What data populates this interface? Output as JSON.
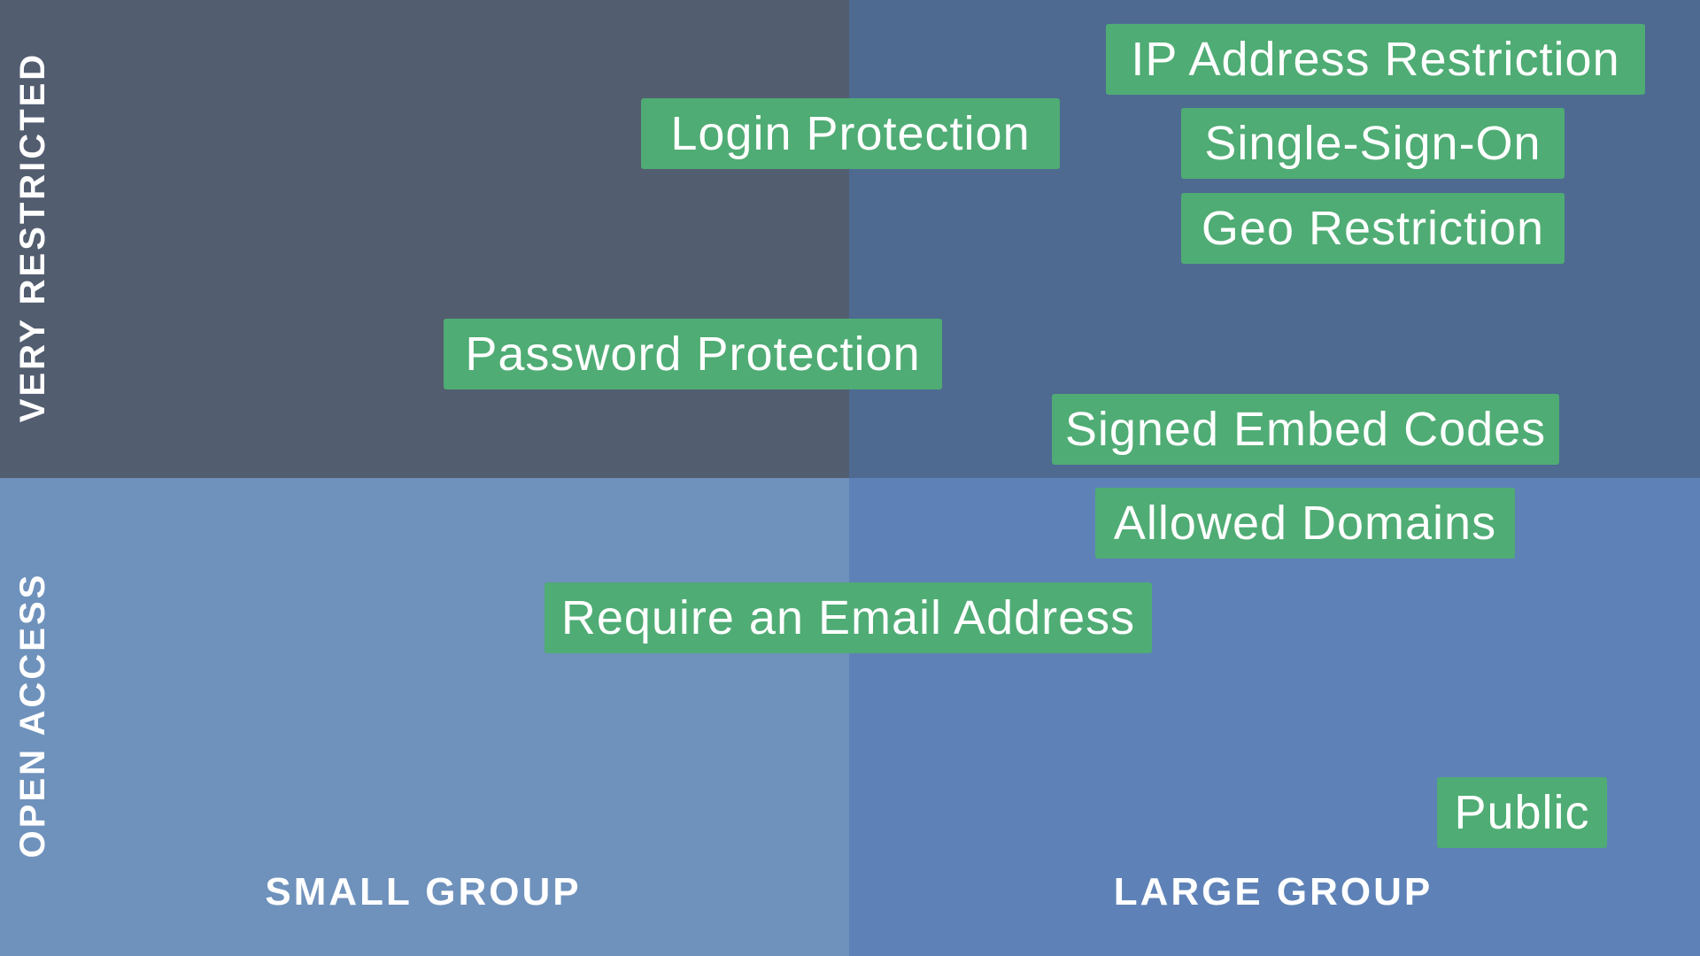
{
  "colors": {
    "top_left": "#535d70",
    "top_right": "#4e6a91",
    "bottom_left": "#6f92bc",
    "bottom_right": "#5e82b7",
    "tag_background": "#4fac74",
    "text": "#ffffff"
  },
  "axes": {
    "y_top": "VERY RESTRICTED",
    "y_bottom": "OPEN ACCESS",
    "x_left": "SMALL GROUP",
    "x_right": "LARGE GROUP"
  },
  "tags": [
    {
      "label": "IP Address Restriction"
    },
    {
      "label": "Login Protection"
    },
    {
      "label": "Single-Sign-On"
    },
    {
      "label": "Geo Restriction"
    },
    {
      "label": "Password Protection"
    },
    {
      "label": "Signed Embed Codes"
    },
    {
      "label": "Allowed Domains"
    },
    {
      "label": "Require an Email Address"
    },
    {
      "label": "Public"
    }
  ]
}
